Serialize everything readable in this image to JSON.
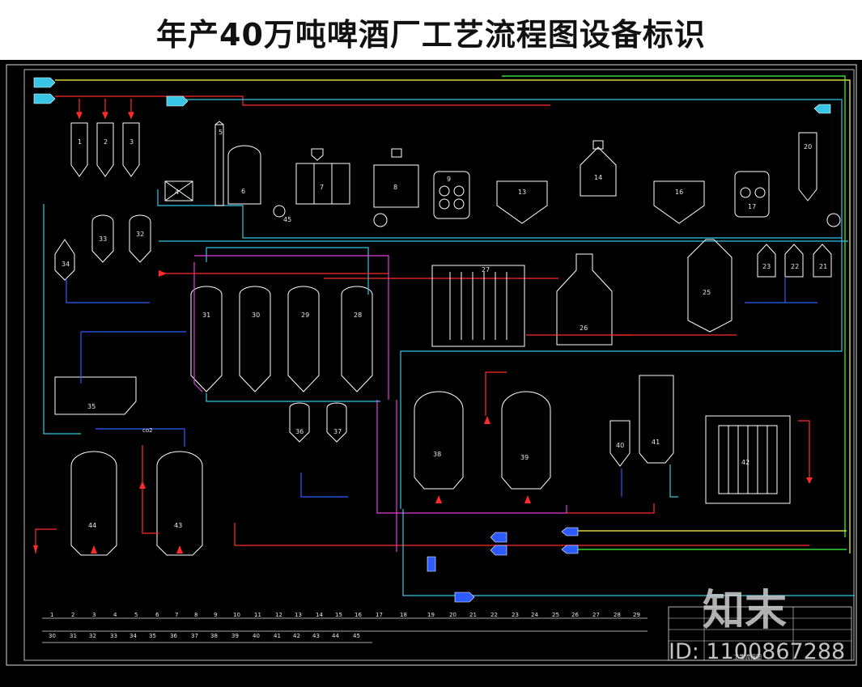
{
  "title": "年产40万吨啤酒厂工艺流程图设备标识",
  "equipment_labels": [
    "1",
    "2",
    "3",
    "4",
    "5",
    "6",
    "7",
    "8",
    "9",
    "10",
    "11",
    "12",
    "13",
    "14",
    "15",
    "16",
    "17",
    "18",
    "19",
    "20",
    "21",
    "22",
    "23",
    "24",
    "25",
    "26",
    "27",
    "28",
    "29",
    "30",
    "31",
    "32",
    "33",
    "34",
    "35",
    "36",
    "37",
    "38",
    "39",
    "40",
    "41",
    "42",
    "43",
    "44",
    "45"
  ],
  "co2_label": "co2",
  "title_block": {
    "drawing_name": "工艺流程图"
  },
  "watermark": {
    "logo": "知末",
    "id": "ID: 1100867288"
  },
  "colors": {
    "background": "#000000",
    "equipment": "#ffffff",
    "hot_line": "#ff2a2a",
    "cold_line": "#37c6e6",
    "water_line": "#2e5bff",
    "steam_line": "#e040e0",
    "air_line": "#ffff40",
    "co2_line": "#40ff40"
  }
}
